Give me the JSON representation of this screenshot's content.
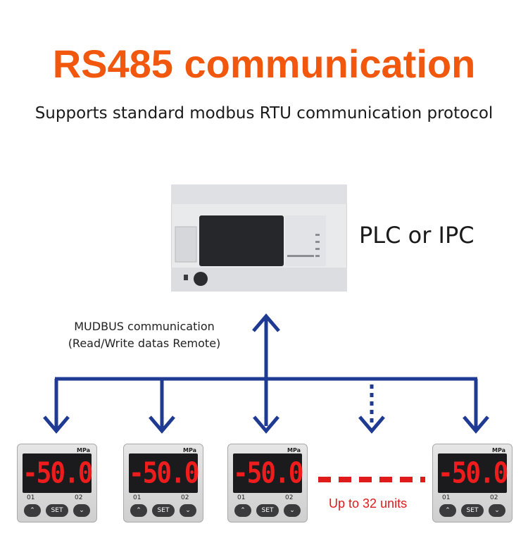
{
  "header": {
    "title": "RS485 communication",
    "subtitle": "Supports standard modbus RTU communication protocol"
  },
  "master": {
    "label": "PLC or IPC"
  },
  "bus": {
    "label_line1": "MUDBUS communication",
    "label_line2": "(Read/Write datas Remote)",
    "units_label": "Up to 32 units",
    "line_color": "#1f3a93",
    "dash_color": "#e01b1b"
  },
  "gauge": {
    "unit": "MPa",
    "value": "-50.0",
    "ch1": "01",
    "ch2": "02",
    "up_icon": "up-chevron-icon",
    "set_label": "SET",
    "down_icon": "down-chevron-icon"
  },
  "colors": {
    "title": "#f2570e",
    "display_red": "#ee1c1c"
  }
}
